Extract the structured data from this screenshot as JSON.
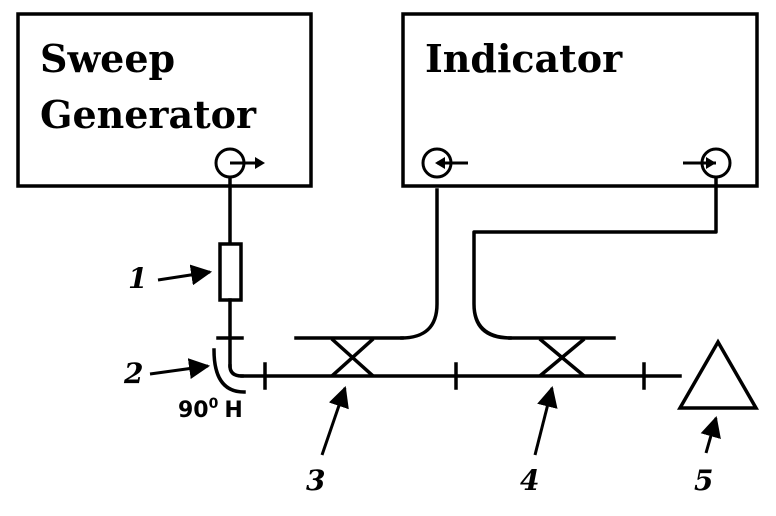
{
  "blocks": {
    "sweep_generator": {
      "line1": "Sweep",
      "line2": "Generator"
    },
    "indicator": {
      "label": "Indicator"
    }
  },
  "components": {
    "c1": "1",
    "c2": "2",
    "c3": "3",
    "c4": "4",
    "c5": "5"
  },
  "bend": {
    "angle": "90",
    "degree_mark": "0",
    "plane": "H"
  }
}
